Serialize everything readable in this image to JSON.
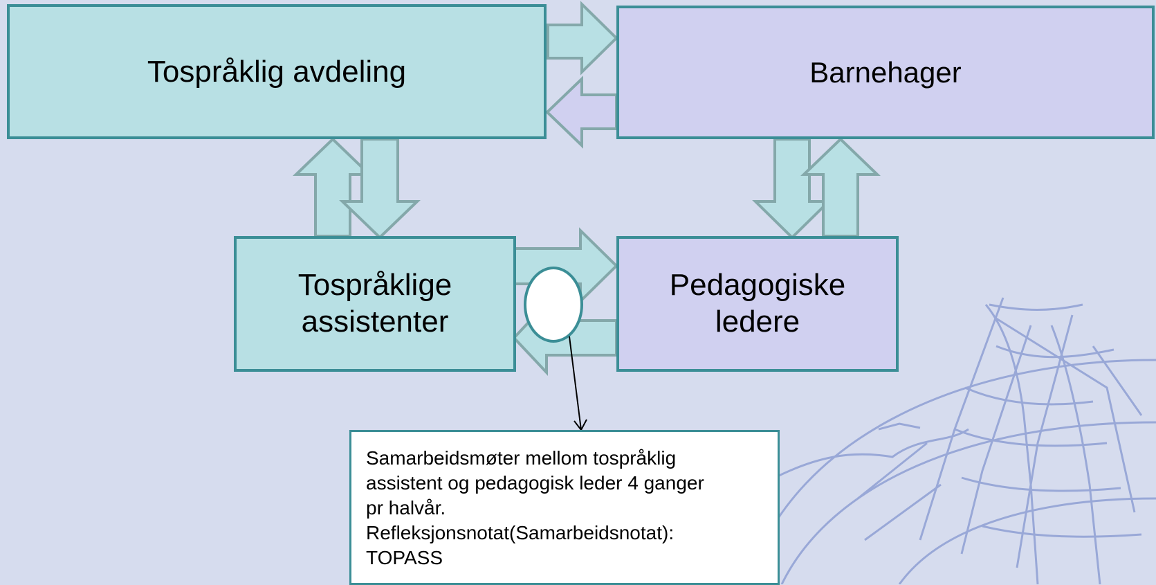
{
  "colors": {
    "background": "#d6dcee",
    "teal_fill": "#b8e0e4",
    "lavender_fill": "#d0d0f0",
    "border": "#3b8e96",
    "arrow_stroke": "#84a8aa",
    "watermark": "#8fa0d4"
  },
  "boxes": {
    "tospraklig_avdeling": "Tospråklig avdeling",
    "barnehager": "Barnehager",
    "tospraklige_assistenter": "Tospråklige\nassistenter",
    "pedagogiske_ledere": "Pedagogiske\nledere"
  },
  "note": {
    "lines": [
      "Samarbeidsmøter mellom tospråklig",
      "assistent og pedagogisk leder 4 ganger",
      "pr halvår.",
      "Refleksjonsnotat(Samarbeidsnotat):",
      "TOPASS"
    ]
  },
  "watermark_icon": "sailing-ship-globe-icon"
}
